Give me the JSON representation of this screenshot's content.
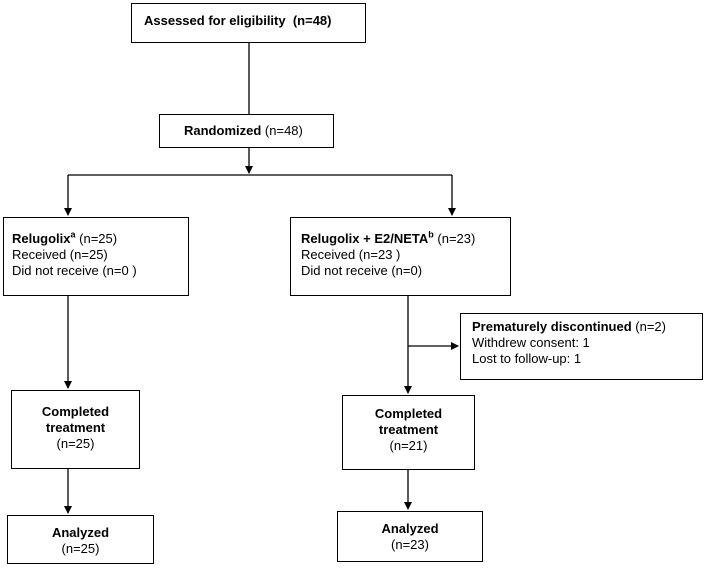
{
  "assessed": {
    "label": "Assessed for eligibility",
    "count": "(n=48)"
  },
  "randomized": {
    "label": "Randomized",
    "count": "(n=48)"
  },
  "arm_a": {
    "name": "Relugolix",
    "sup": "a",
    "count": "(n=25)",
    "received": "Received (n=25)",
    "not_received": "Did not receive (n=0 )",
    "completed_label": "Completed treatment",
    "completed_count": "(n=25)",
    "analyzed_label": "Analyzed",
    "analyzed_count": "(n=25)"
  },
  "arm_b": {
    "name": "Relugolix + E2/NETA",
    "sup": "b",
    "count": "(n=23)",
    "received": "Received (n=23 )",
    "not_received": "Did not receive (n=0)",
    "completed_label": "Completed treatment",
    "completed_count": "(n=21)",
    "analyzed_label": "Analyzed",
    "analyzed_count": "(n=23)"
  },
  "discontinued": {
    "title": "Prematurely discontinued",
    "count": "(n=2)",
    "line1": "Withdrew consent: 1",
    "line2": "Lost to follow-up: 1"
  }
}
